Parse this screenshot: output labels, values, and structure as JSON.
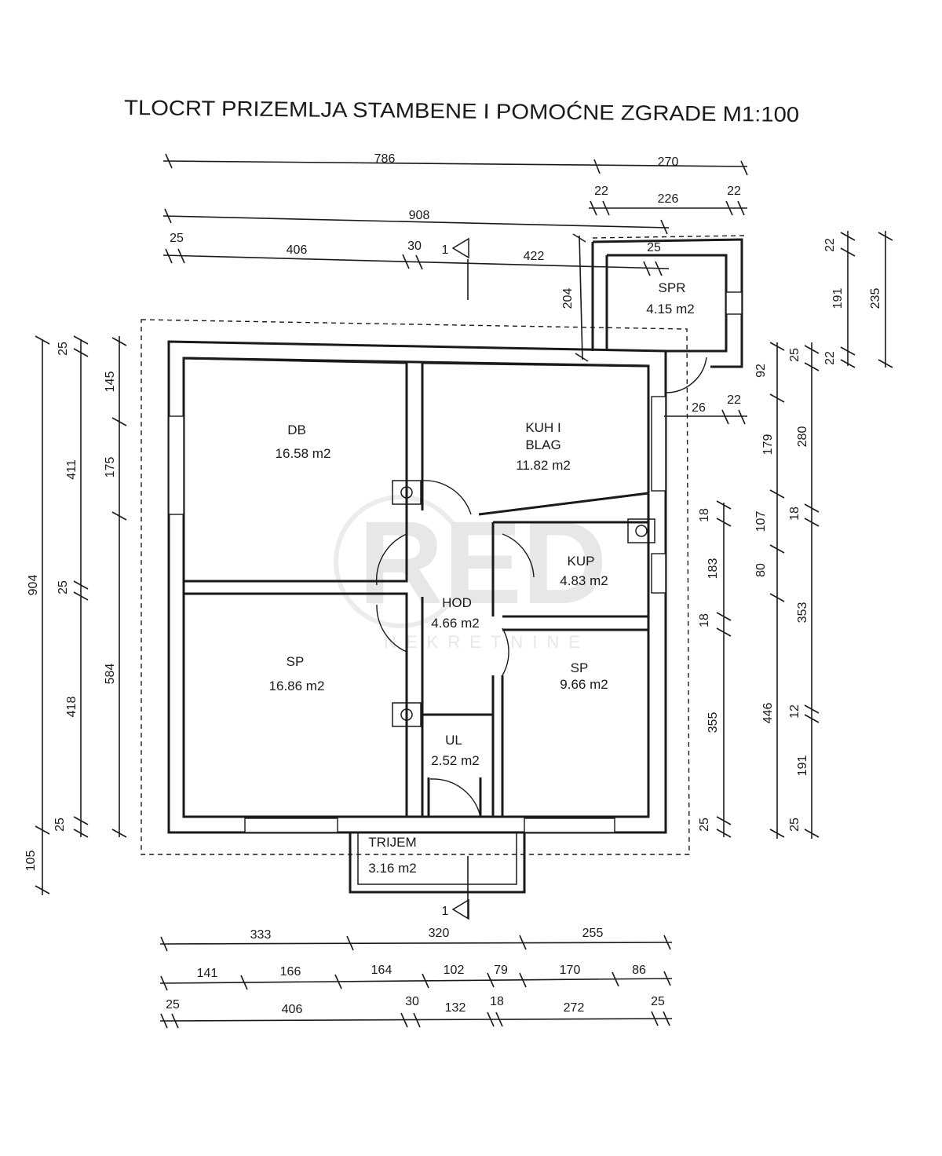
{
  "title": "TLOCRT PRIZEMLJA  STAMBENE I POMOĆNE ZGRADE M1:100",
  "watermark": {
    "logo": "RED",
    "sub": "NEKRETNINE",
    "color": "#e7e7e7"
  },
  "rooms": {
    "db": {
      "name": "DB",
      "area": "16.58 m2"
    },
    "kuh": {
      "name_line1": "KUH I",
      "name_line2": "BLAG",
      "area": "11.82 m2"
    },
    "kup": {
      "name": "KUP",
      "area": "4.83 m2"
    },
    "hod": {
      "name": "HOD",
      "area": "4.66 m2"
    },
    "sp_large": {
      "name": "SP",
      "area": "16.86 m2"
    },
    "sp_small": {
      "name": "SP",
      "area": "9.66 m2"
    },
    "ul": {
      "name": "UL",
      "area": "2.52 m2"
    },
    "spr": {
      "name": "SPR",
      "area": "4.15 m2"
    },
    "trijem": {
      "name": "TRIJEM",
      "area": "3.16 m2"
    }
  },
  "section_marker": "1",
  "dimensions": {
    "top": [
      "786",
      "270",
      "22",
      "226",
      "22",
      "908",
      "25",
      "406",
      "30",
      "422",
      "25"
    ],
    "bottom": [
      "333",
      "320",
      "255",
      "141",
      "166",
      "164",
      "102",
      "79",
      "170",
      "86",
      "25",
      "406",
      "30",
      "132",
      "18",
      "272",
      "25"
    ],
    "left": [
      "904",
      "105",
      "25",
      "411",
      "25",
      "418",
      "25",
      "145",
      "175",
      "584"
    ],
    "right": [
      "204",
      "26",
      "22",
      "18",
      "183",
      "18",
      "355",
      "25",
      "92",
      "179",
      "107",
      "80",
      "446",
      "25",
      "280",
      "18",
      "353",
      "12",
      "191",
      "25",
      "22",
      "191",
      "22",
      "235"
    ]
  }
}
